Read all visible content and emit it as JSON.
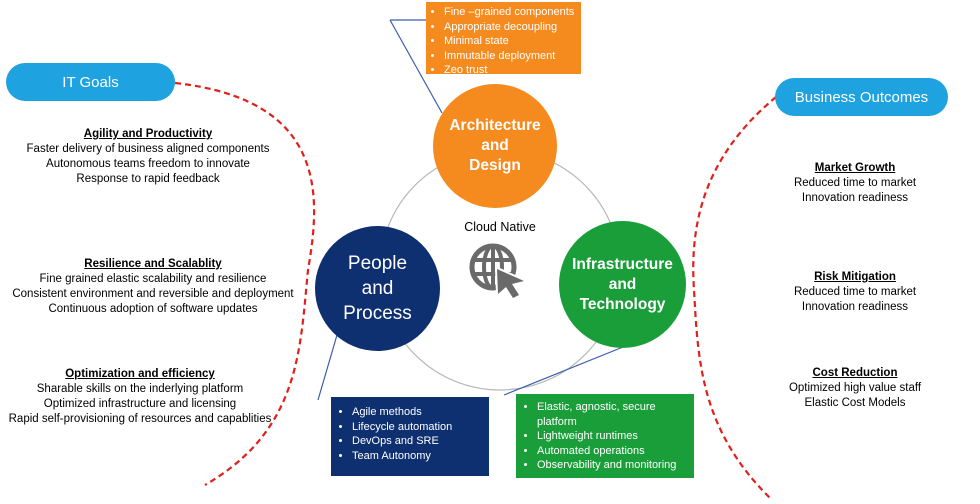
{
  "colors": {
    "pill_blue": "#1fa2e0",
    "arch_orange": "#f58a1f",
    "people_navy": "#0e2f70",
    "infra_green": "#1a9e3a",
    "dashed_red": "#e0201b",
    "connector_blue": "#3b5dab"
  },
  "it_goals": {
    "title": "IT Goals",
    "sections": [
      {
        "heading": "Agility and Productivity",
        "lines": [
          "Faster delivery of business aligned components",
          "Autonomous teams freedom to innovate",
          "Response to rapid feedback"
        ]
      },
      {
        "heading": "Resilience and Scalablity",
        "lines": [
          "Fine grained elastic scalability and resilience",
          "Consistent environment and reversible and deployment",
          "Continuous adoption of software updates"
        ]
      },
      {
        "heading": "Optimization and efficiency",
        "lines": [
          "Sharable skills on the inderlying platform",
          "Optimized infrastructure and licensing",
          "Rapid self-provisioning of resources and capablities"
        ]
      }
    ]
  },
  "business_outcomes": {
    "title": "Business Outcomes",
    "sections": [
      {
        "heading": "Market Growth",
        "lines": [
          "Reduced time to market",
          "Innovation readiness"
        ]
      },
      {
        "heading": "Risk Mitigation",
        "lines": [
          "Reduced time to market",
          "Innovation readiness"
        ]
      },
      {
        "heading": "Cost Reduction",
        "lines": [
          "Optimized high value  staff",
          "Elastic Cost Models"
        ]
      }
    ]
  },
  "center": {
    "label": "Cloud Native",
    "icon": "globe-cursor-icon"
  },
  "circles": {
    "architecture": [
      "Architecture",
      "and",
      "Design"
    ],
    "people": [
      "People",
      "and",
      "Process"
    ],
    "infrastructure": [
      "Infrastructure",
      "and",
      "Technology"
    ]
  },
  "boxes": {
    "architecture": [
      "Fine –grained components",
      "Appropriate decoupling",
      "Minimal state",
      "Immutable deployment",
      "Zeo trust"
    ],
    "people": [
      "Agile methods",
      "Lifecycle automation",
      "DevOps and SRE",
      "Team Autonomy"
    ],
    "infrastructure": [
      "Elastic, agnostic, secure platform",
      "Lightweight runtimes",
      "Automated operations",
      "Observability and monitoring"
    ]
  }
}
